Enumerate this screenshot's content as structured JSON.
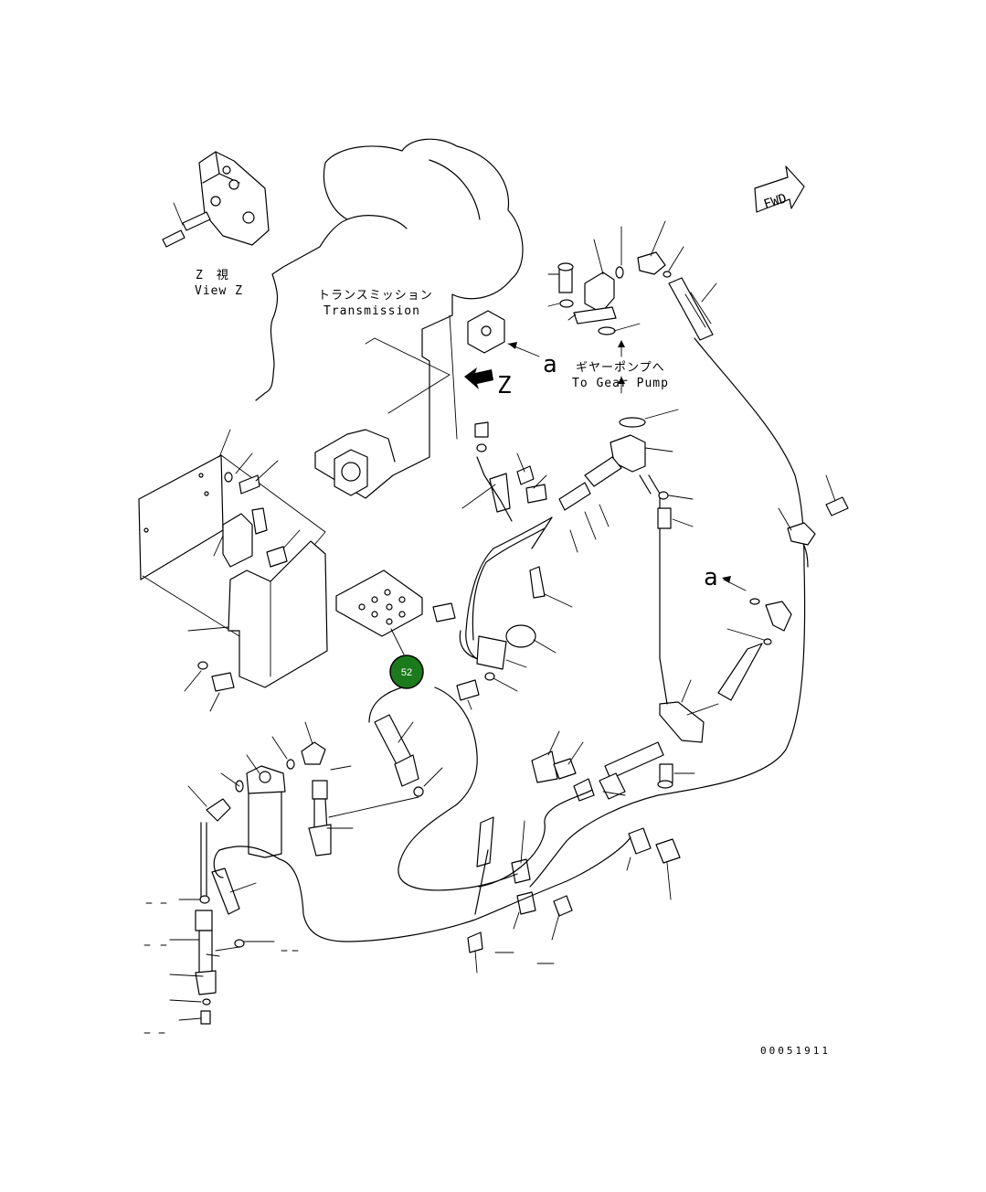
{
  "labels": {
    "view_z_jp": "Z　視",
    "view_z_en": "View Z",
    "transmission_jp": "トランスミッション",
    "transmission_en": "Transmission",
    "gear_pump_jp": "ギヤーポンプへ",
    "gear_pump_en": "To Gear Pump",
    "arrow_z": "Z",
    "ref_a_top": "a",
    "ref_a_right": "a",
    "fwd": "FWD",
    "drawing_code": "00051911"
  },
  "callout": {
    "number": "52",
    "color": "#1b7a1b"
  }
}
